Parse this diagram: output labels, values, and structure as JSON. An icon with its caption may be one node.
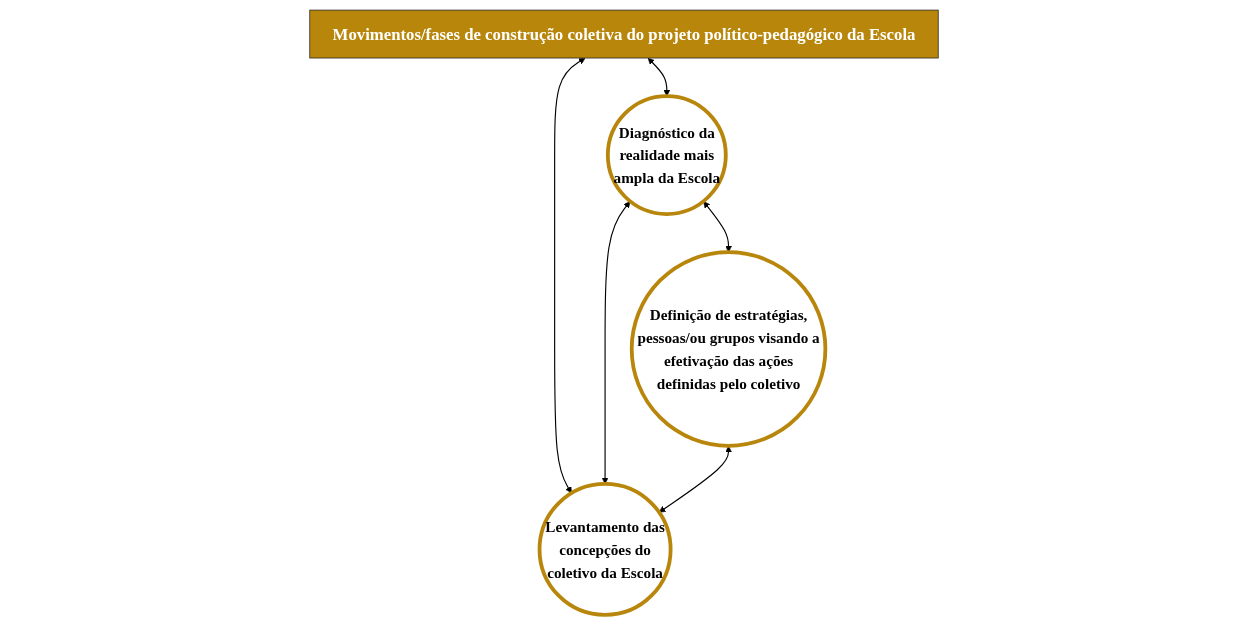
{
  "diagram": {
    "nodes": [
      {
        "text": [
          "Movimentos/fases de construção coletiva do projeto político-pedagógico da Escola"
        ]
      },
      {
        "text": [
          "Diagnóstico da realidade mais ampla da Escola"
        ]
      },
      {
        "text": [
          "Levantamento das concepções do coletivo da Escola"
        ]
      },
      {
        "text": [
          "Definição de estratégias, pessoas/ou grupos visando a efetivação das ações definidas pelo coletivo"
        ]
      }
    ],
    "edges": [
      {
        "from": 0,
        "to": 1,
        "arrow": "both"
      },
      {
        "from": 0,
        "to": 2,
        "arrow": "both"
      },
      {
        "from": 1,
        "to": 2,
        "arrow": "both"
      },
      {
        "from": 1,
        "to": 3,
        "arrow": "both"
      },
      {
        "from": 3,
        "to": 2,
        "arrow": "both"
      }
    ]
  }
}
